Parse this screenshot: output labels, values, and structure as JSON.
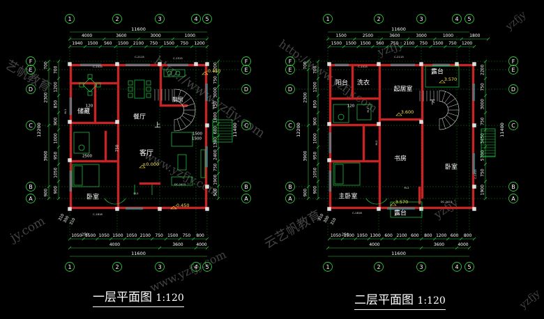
{
  "colors": {
    "background": "#000000",
    "wall": "#b01818",
    "wall_fill": "#c62828",
    "dimension": "#2fc53a",
    "furniture": "#22d34a",
    "text_white": "#ffffff",
    "text_yellow": "#f5e14b",
    "cyan": "#00d8e6",
    "watermark": "#7a7a7a"
  },
  "watermark_texts": [
    "艺帆教育",
    "http://www.yzfjy.com",
    "www.yzfjy.com",
    "云艺帆教育",
    "yzfjy",
    "jy.com"
  ],
  "plan1": {
    "title": "一层平面图",
    "scale": "1:120",
    "axis_top": [
      "1",
      "2",
      "3",
      "4",
      "5"
    ],
    "axis_left": [
      "F",
      "E",
      "D",
      "C",
      "B",
      "A"
    ],
    "axis_right": [
      "F",
      "E",
      "D",
      "C",
      "B",
      "A"
    ],
    "dims_top_total": "11600",
    "dims_top_row1": [
      "4000",
      "3600",
      "3000",
      "1000"
    ],
    "dims_top_row2": [
      "1940",
      "1500",
      "560",
      "1500",
      "2100",
      "750",
      "1500",
      "750",
      "1200"
    ],
    "dims_bottom_row1": [
      "1050",
      "1500",
      "1050",
      "1500",
      "1050",
      "2100",
      "750",
      "1500",
      "750",
      "800"
    ],
    "dims_bottom_row2": [
      "4000",
      "3600",
      "4000"
    ],
    "dims_bottom_total": "11600",
    "dims_left_total": "12200",
    "dims_left": [
      "700",
      "2300",
      "3900",
      "900"
    ],
    "dims_right": [
      "2200",
      "750",
      "3000",
      "750",
      "1800",
      "600",
      "1380",
      "2400",
      "750",
      "1900",
      "500"
    ],
    "dims_right_total": "11400",
    "rooms": [
      "储藏",
      "餐厅",
      "厨房",
      "客厅",
      "卧室",
      "上"
    ],
    "levels": [
      "-0.450",
      "±0.000",
      "-0.450"
    ],
    "door_codes": [
      "C-1515",
      "C-2115",
      "C-1515",
      "M-1",
      "M-2",
      "DC-2415",
      "C-1818",
      "C-2415"
    ],
    "angle_labels": [
      "310",
      "300",
      "310",
      "250",
      "120",
      "1500",
      "1500",
      "2500",
      "750"
    ]
  },
  "plan2": {
    "title": "二层平面图",
    "scale": "1:120",
    "axis_top": [
      "1",
      "2",
      "3",
      "4",
      "5"
    ],
    "axis_left": [
      "F",
      "E",
      "D",
      "C",
      "B",
      "A"
    ],
    "axis_right": [
      "F",
      "E",
      "D",
      "C",
      "B",
      "A"
    ],
    "dims_top_total": "11600",
    "dims_top_row1": [
      "1500",
      "2500",
      "3600",
      "3000",
      "1000",
      "1800"
    ],
    "dims_top_row2": [
      "1500",
      "1500",
      "1500",
      "560",
      "750",
      "2100",
      "750",
      "1500",
      "750",
      "1200"
    ],
    "dims_bottom_row1": [
      "1050",
      "1500",
      "1050",
      "1300",
      "600",
      "2100",
      "600",
      "800",
      "1200",
      "600",
      "800"
    ],
    "dims_bottom_row2": [
      "4000",
      "3600",
      "4000"
    ],
    "dims_bottom_total": "11600",
    "dims_left_total": "12200",
    "dims_left": [
      "700",
      "2300",
      "3900",
      "900"
    ],
    "dims_right": [
      "2200",
      "750",
      "3000",
      "750",
      "3450",
      "5700",
      "750",
      "1900"
    ],
    "dims_right_total": "11400",
    "rooms": [
      "阳台",
      "洗衣",
      "起居室",
      "露台",
      "下",
      "书房",
      "卧室",
      "主卧室",
      "露台"
    ],
    "levels": [
      "3.570",
      "3.600",
      "3.570"
    ],
    "door_codes": [
      "C-1515",
      "C-2115",
      "M-1",
      "M-2",
      "C-2415",
      "C-1818",
      "DC-2415",
      "M-2"
    ],
    "angle_labels": [
      "310",
      "300",
      "310",
      "250",
      "120"
    ]
  }
}
